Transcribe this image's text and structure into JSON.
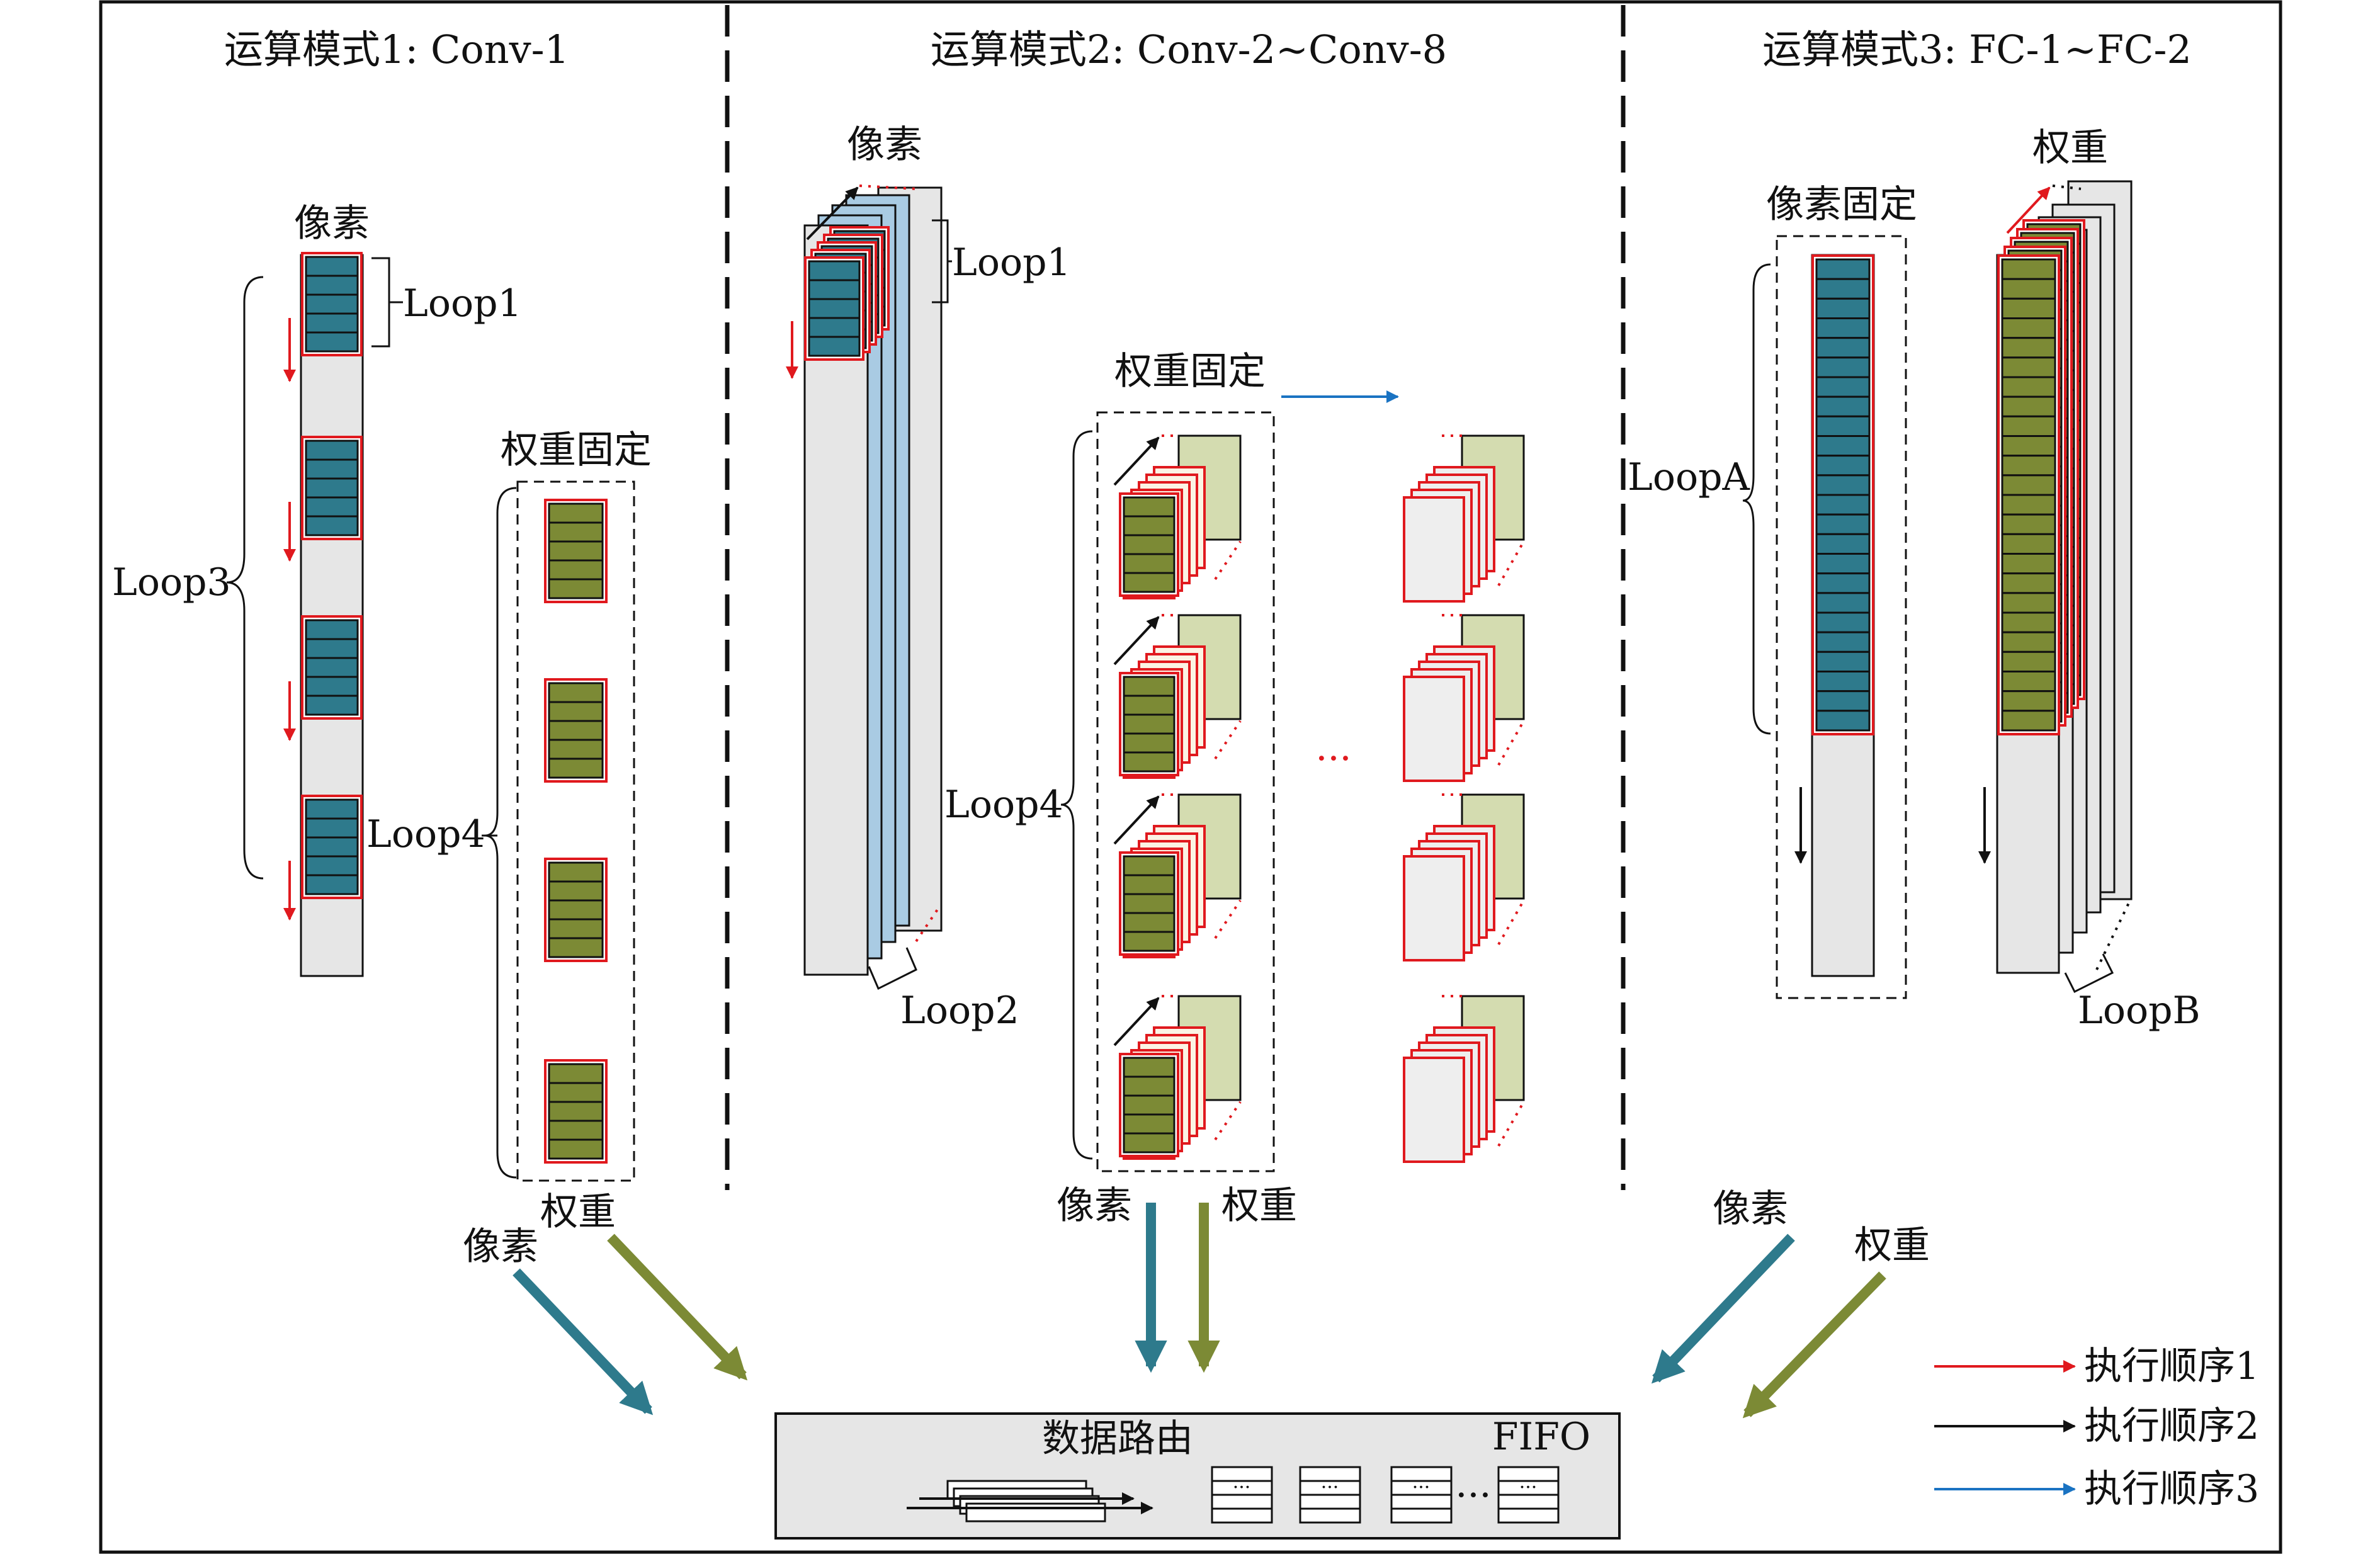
{
  "sections": [
    {
      "title": "运算模式1: Conv-1"
    },
    {
      "title": "运算模式2: Conv-2~Conv-8"
    },
    {
      "title": "运算模式3: FC-1~FC-2"
    }
  ],
  "mode1": {
    "pixel_label": "像素",
    "loop1": "Loop1",
    "loop3": "Loop3",
    "loop4": "Loop4",
    "weight_fixed": "权重固定",
    "out_pixel": "像素",
    "out_weight": "权重"
  },
  "mode2": {
    "pixel_label": "像素",
    "loop1": "Loop1",
    "loop2": "Loop2",
    "weight_fixed": "权重固定",
    "loop4": "Loop4",
    "ellipsis": "···",
    "out_pixel": "像素",
    "out_weight": "权重"
  },
  "mode3": {
    "weight_label": "权重",
    "pixel_fixed": "像素固定",
    "loopA": "LoopA",
    "loopB": "LoopB",
    "out_pixel": "像素",
    "out_weight": "权重"
  },
  "router": {
    "title": "数据路由",
    "fifo": "FIFO",
    "dots": "···"
  },
  "legend": [
    {
      "label": "执行顺序1",
      "color": "#e0191e"
    },
    {
      "label": "执行顺序2",
      "color": "#111111"
    },
    {
      "label": "执行顺序3",
      "color": "#1a73c2"
    }
  ],
  "colors": {
    "pixel_teal": "#2e7a8c",
    "weight_olive": "#7c8a35",
    "column_gray": "#e6e6e6",
    "channel_blue": "#a9cbe3",
    "weight_pale": "#d4dcb0",
    "frame_red": "#e0191e"
  }
}
